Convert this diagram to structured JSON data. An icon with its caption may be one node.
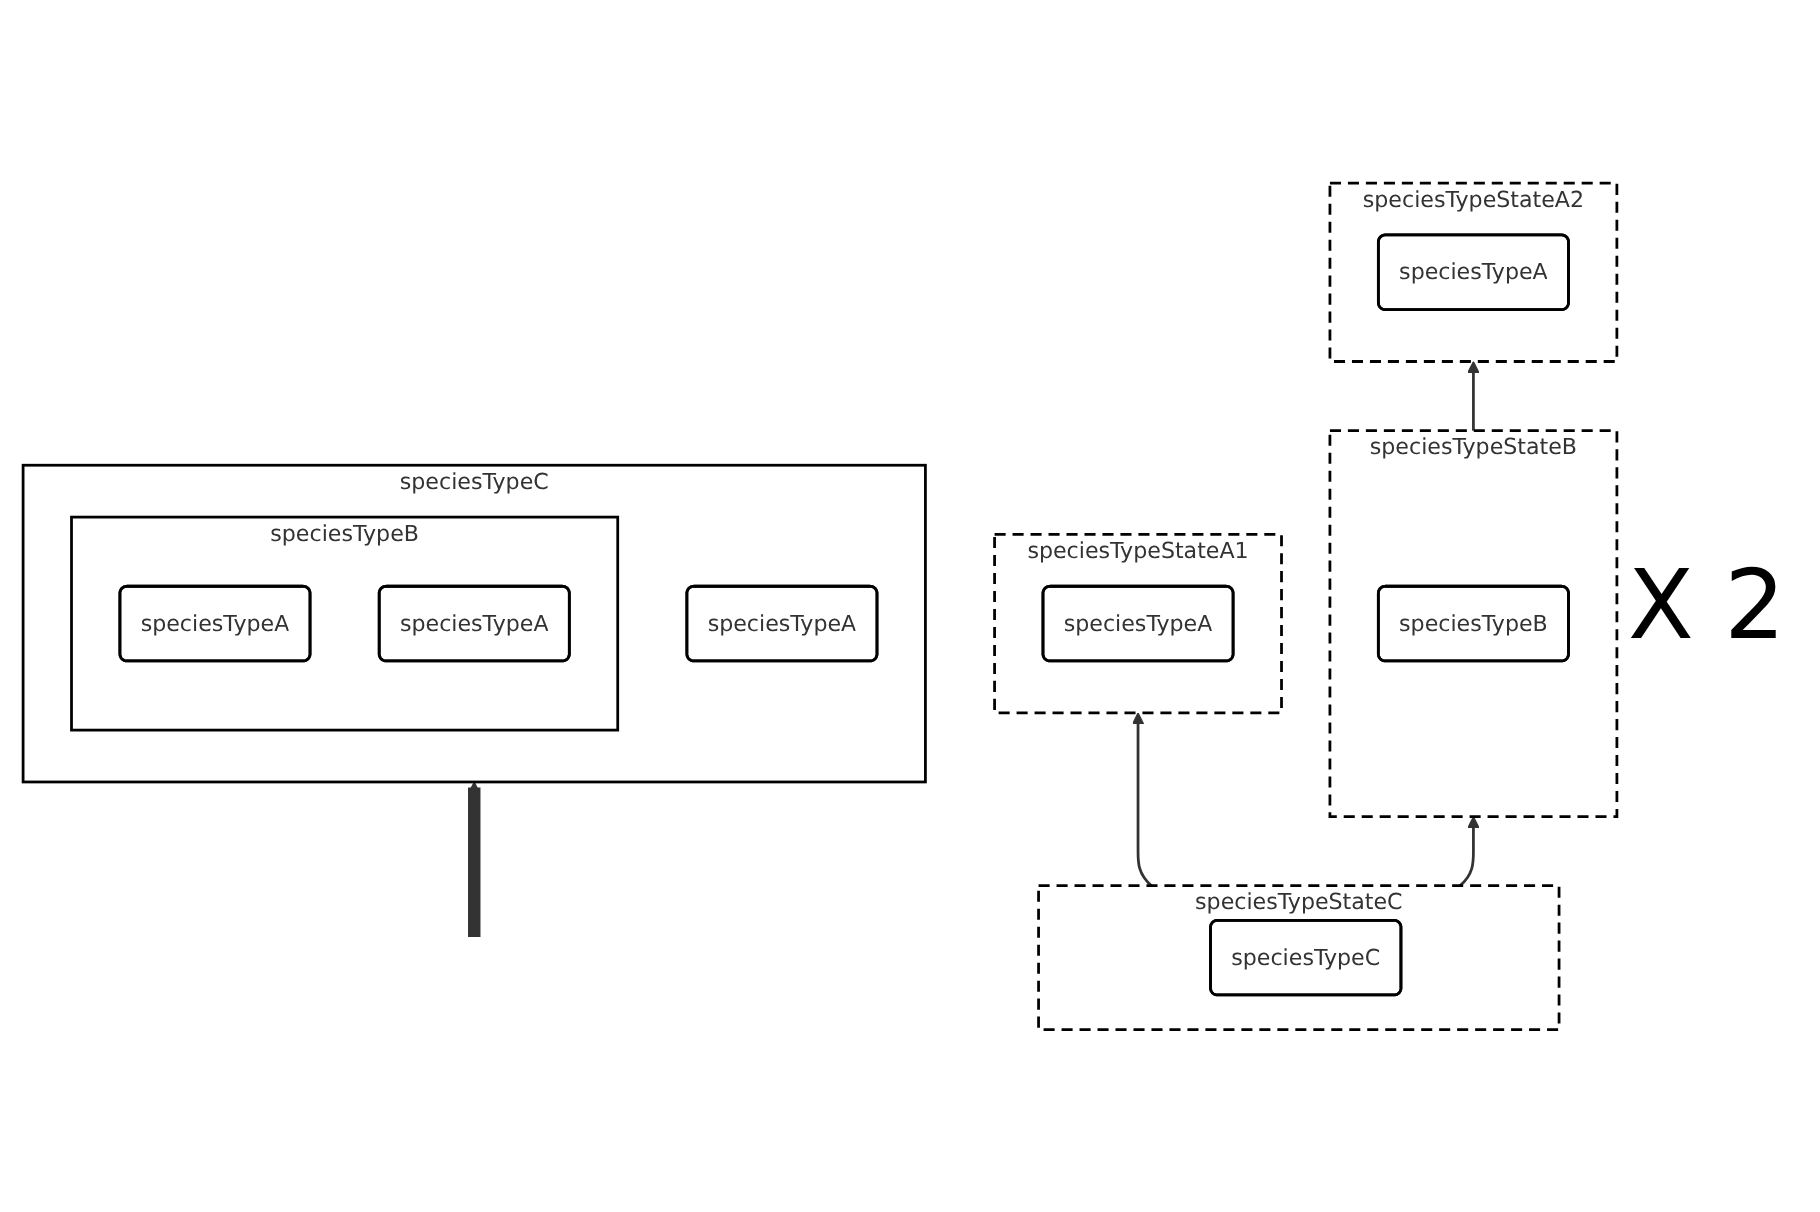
{
  "diagram": {
    "nodes": [
      {
        "text": [
          "speciesTypeStateA2"
        ]
      },
      {
        "text": [
          "speciesTypeA"
        ],
        "in": 0
      },
      {
        "text": [
          "speciesTypeStateB"
        ]
      },
      {
        "text": [
          "speciesTypeB"
        ],
        "in": 2
      },
      {
        "text": [
          "speciesTypeStateA1"
        ]
      },
      {
        "text": [
          "speciesTypeA"
        ],
        "in": 4
      },
      {
        "text": [
          "speciesTypeStateC"
        ]
      },
      {
        "text": [
          "speciesTypeC"
        ],
        "in": 6
      },
      {
        "text": [
          "speciesTypeC"
        ]
      },
      {
        "text": [
          "speciesTypeA"
        ],
        "in": 8
      },
      {
        "text": [
          "speciesTypeB"
        ],
        "in": 8
      },
      {
        "text": [
          "speciesTypeA"
        ],
        "in": 10
      },
      {
        "text": [
          "speciesTypeA"
        ],
        "in": 10
      }
    ],
    "edges": [
      {
        "from": 3,
        "to": 0,
        "arrow": "to"
      },
      {
        "from": 7,
        "to": 4,
        "arrow": "to"
      },
      {
        "from": 7,
        "to": 2,
        "arrow": "to"
      },
      {
        "from": null,
        "to": 8,
        "arrow": "to",
        "style": "thick"
      }
    ],
    "labels": [
      "X 2"
    ]
  }
}
